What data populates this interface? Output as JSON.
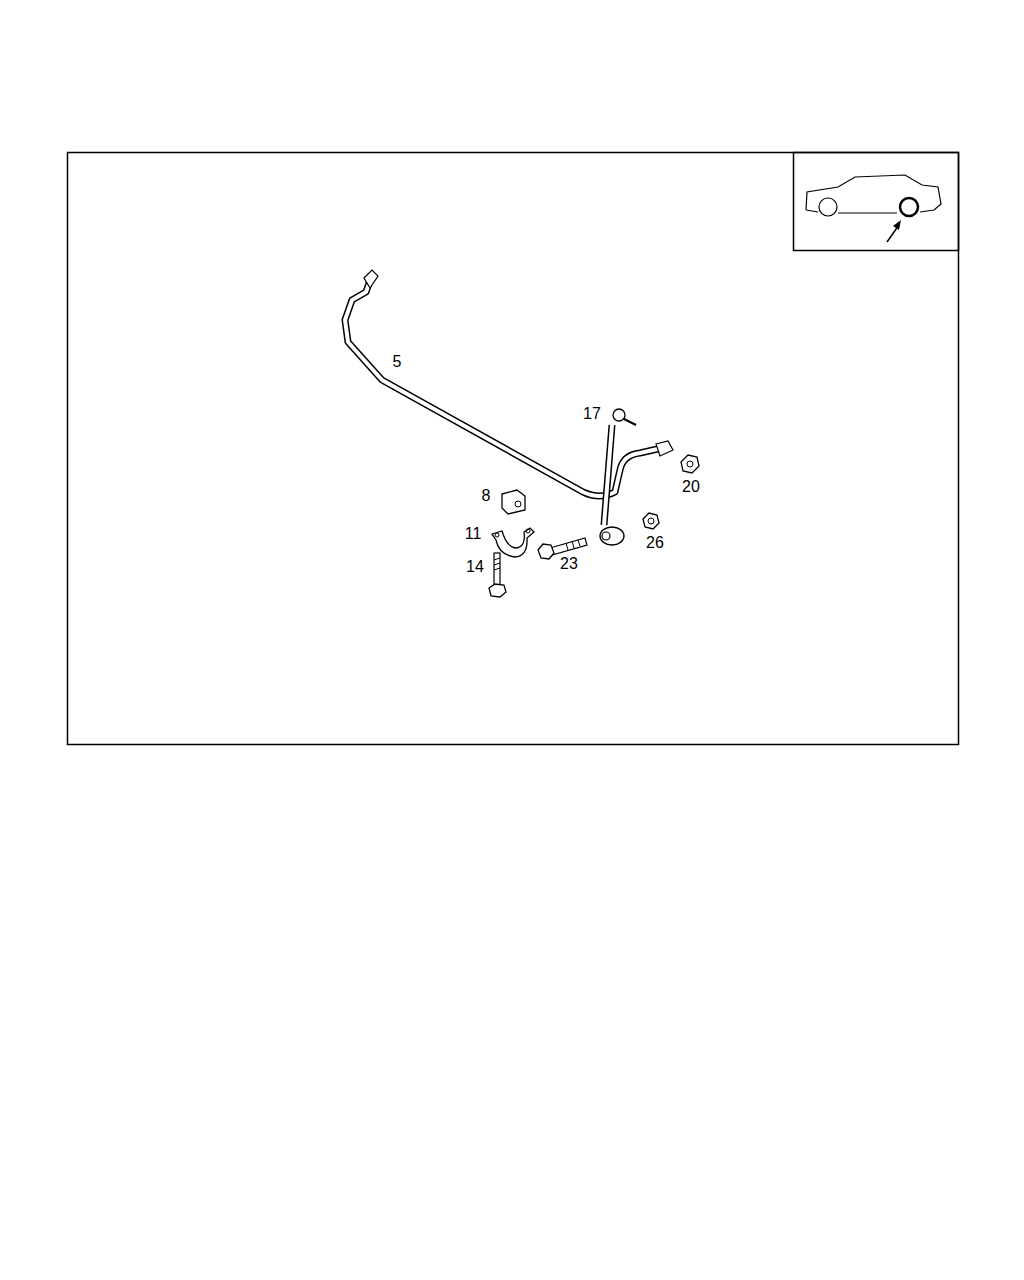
{
  "diagram": {
    "labels": [
      "5",
      "17",
      "20",
      "8",
      "11",
      "23",
      "26",
      "14"
    ]
  }
}
